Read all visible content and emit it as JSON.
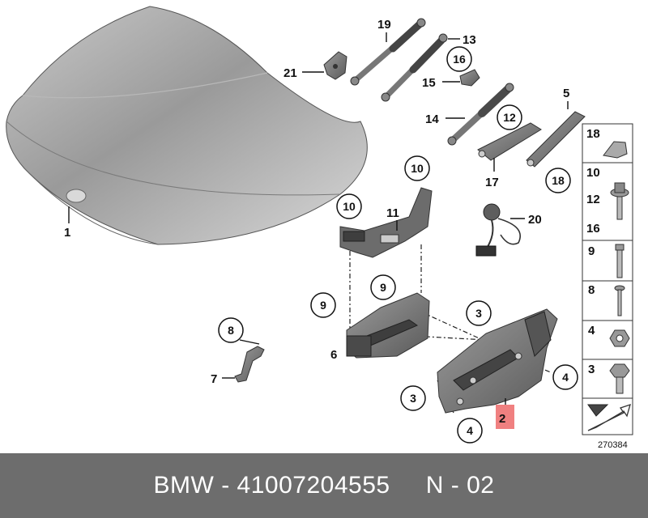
{
  "diagram": {
    "callouts": {
      "c1": "1",
      "c2": "2",
      "c3a": "3",
      "c3b": "3",
      "c4a": "4",
      "c4b": "4",
      "c5": "5",
      "c6": "6",
      "c7": "7",
      "c8": "8",
      "c9a": "9",
      "c9b": "9",
      "c10a": "10",
      "c10b": "10",
      "c11": "11",
      "c12": "12",
      "c13": "13",
      "c14": "14",
      "c15": "15",
      "c16": "16",
      "c17": "17",
      "c18": "18",
      "c19": "19",
      "c20": "20",
      "c21": "21"
    },
    "side_panel": {
      "p18": "18",
      "p10": "10",
      "p12": "12",
      "p16": "16",
      "p9": "9",
      "p8": "8",
      "p4": "4",
      "p3": "3"
    },
    "diagram_number": "270384",
    "highlight_color": "#f08080"
  },
  "footer": {
    "brand": "BMW",
    "separator1": " - ",
    "part_number": "41007204555",
    "gap": "     ",
    "variant": "N - 02"
  }
}
